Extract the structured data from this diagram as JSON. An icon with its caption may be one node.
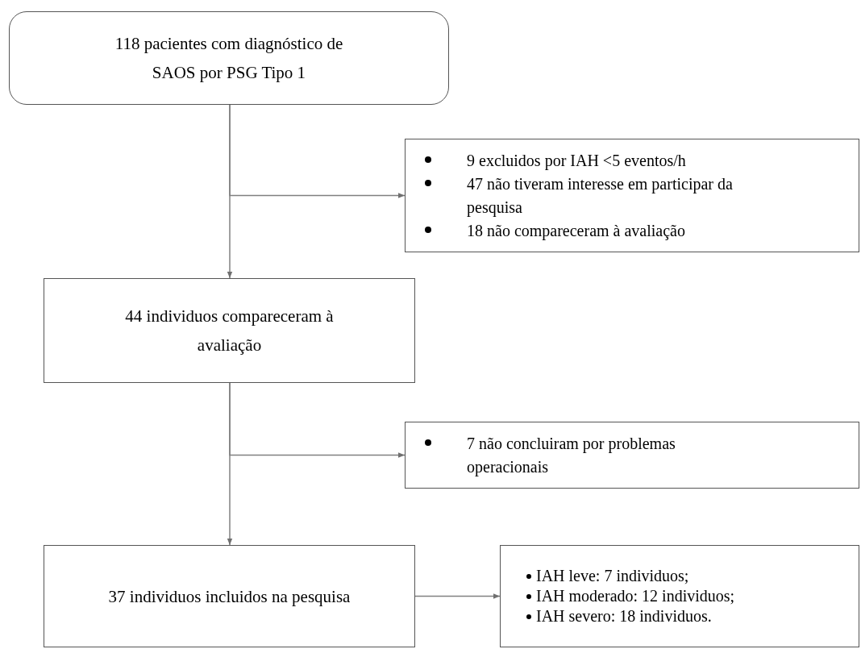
{
  "diagram": {
    "nodes": [
      {
        "text": [
          "118 pacientes com diagnóstico de SAOS por PSG Tipo 1"
        ]
      },
      {
        "text": [
          "9 excluidos por IAH <5 eventos/h",
          "47 não tiveram interesse em participar da pesquisa",
          "18 não compareceram à avaliação"
        ]
      },
      {
        "text": [
          "44 individuos compareceram à avaliação"
        ]
      },
      {
        "text": [
          "7 não concluiram por problemas operacionais"
        ]
      },
      {
        "text": [
          "37 individuos incluidos na pesquisa"
        ]
      },
      {
        "text": [
          "IAH leve: 7 individuos;",
          "IAH moderado: 12 individuos;",
          "IAH severo: 18 individuos."
        ]
      }
    ],
    "edges": [
      {
        "from": 0,
        "to": 2,
        "arrow": "to"
      },
      {
        "from": 0,
        "to": 1,
        "arrow": "to"
      },
      {
        "from": 2,
        "to": 4,
        "arrow": "to"
      },
      {
        "from": 2,
        "to": 3,
        "arrow": "to"
      },
      {
        "from": 4,
        "to": 5,
        "arrow": "to"
      }
    ]
  }
}
